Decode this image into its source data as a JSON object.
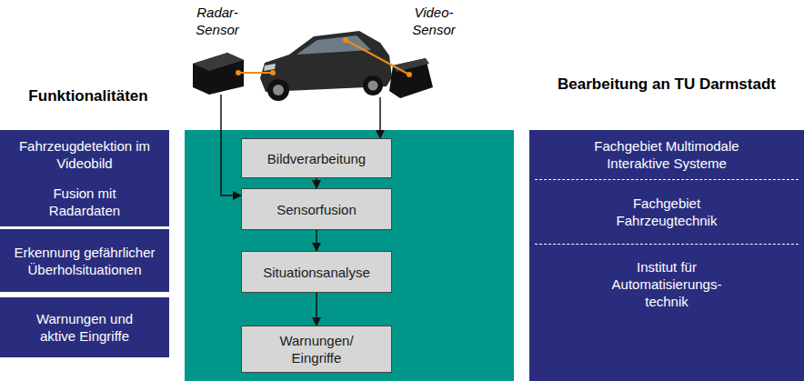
{
  "diagram": {
    "nodes": [
      {
        "text": [
          "Radar- Sensor"
        ]
      },
      {
        "text": [
          "Video- Sensor"
        ]
      },
      {
        "text": [
          "Fahrzeugdetektion im Videobild"
        ]
      },
      {
        "text": [
          "Fusion mit Radardaten"
        ]
      },
      {
        "text": [
          "Erkennung gefährlicher Überholsituationen"
        ]
      },
      {
        "text": [
          "Warnungen und aktive Eingriffe"
        ]
      },
      {
        "text": [
          "Bildverarbeitung"
        ]
      },
      {
        "text": [
          "Sensorfusion"
        ]
      },
      {
        "text": [
          "Situationsanalyse"
        ]
      },
      {
        "text": [
          "Warnungen/ Eingriffe"
        ]
      },
      {
        "text": [
          "Bearbeitung an TU Darmstadt"
        ]
      },
      {
        "text": [
          "Fachgebiet Multimodale Interaktive Systeme"
        ],
        "in": 10
      },
      {
        "text": [
          "Fachgebiet Fahrzeugtechnik"
        ],
        "in": 10
      },
      {
        "text": [
          "Institut für Automatisierungs- technik"
        ],
        "in": 10
      }
    ],
    "edges": [
      {
        "from": 0,
        "to": 7,
        "arrow": "to"
      },
      {
        "from": 1,
        "to": 6,
        "arrow": "to"
      },
      {
        "from": 6,
        "to": 7,
        "arrow": "to"
      },
      {
        "from": 7,
        "to": 8,
        "arrow": "to"
      },
      {
        "from": 8,
        "to": 9,
        "arrow": "to"
      }
    ],
    "labels": [
      "Funktionalitäten"
    ]
  }
}
